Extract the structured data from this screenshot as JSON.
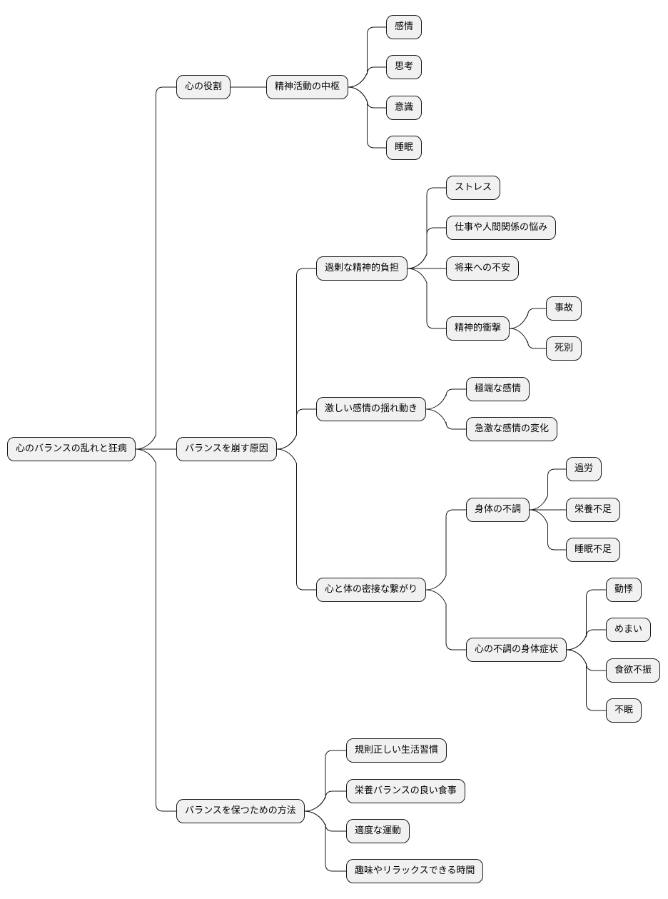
{
  "mindmap": {
    "root": {
      "label": "心のバランスの乱れと狂病",
      "children": [
        {
          "label": "心の役割",
          "children": [
            {
              "label": "精神活動の中枢",
              "children": [
                {
                  "label": "感情"
                },
                {
                  "label": "思考"
                },
                {
                  "label": "意識"
                },
                {
                  "label": "睡眠"
                }
              ]
            }
          ]
        },
        {
          "label": "バランスを崩す原因",
          "children": [
            {
              "label": "過剰な精神的負担",
              "children": [
                {
                  "label": "ストレス"
                },
                {
                  "label": "仕事や人間関係の悩み"
                },
                {
                  "label": "将来への不安"
                },
                {
                  "label": "精神的衝撃",
                  "children": [
                    {
                      "label": "事故"
                    },
                    {
                      "label": "死別"
                    }
                  ]
                }
              ]
            },
            {
              "label": "激しい感情の揺れ動き",
              "children": [
                {
                  "label": "極端な感情"
                },
                {
                  "label": "急激な感情の変化"
                }
              ]
            },
            {
              "label": "心と体の密接な繋がり",
              "children": [
                {
                  "label": "身体の不調",
                  "children": [
                    {
                      "label": "過労"
                    },
                    {
                      "label": "栄養不足"
                    },
                    {
                      "label": "睡眠不足"
                    }
                  ]
                },
                {
                  "label": "心の不調の身体症状",
                  "children": [
                    {
                      "label": "動悸"
                    },
                    {
                      "label": "めまい"
                    },
                    {
                      "label": "食欲不振"
                    },
                    {
                      "label": "不眠"
                    }
                  ]
                }
              ]
            }
          ]
        },
        {
          "label": "バランスを保つための方法",
          "children": [
            {
              "label": "規則正しい生活習慣"
            },
            {
              "label": "栄養バランスの良い食事"
            },
            {
              "label": "適度な運動"
            },
            {
              "label": "趣味やリラックスできる時間"
            }
          ]
        }
      ]
    }
  },
  "colors": {
    "node_fill": "#f1f1f1",
    "node_border": "#181818",
    "edge": "#181818",
    "text": "#000000"
  }
}
